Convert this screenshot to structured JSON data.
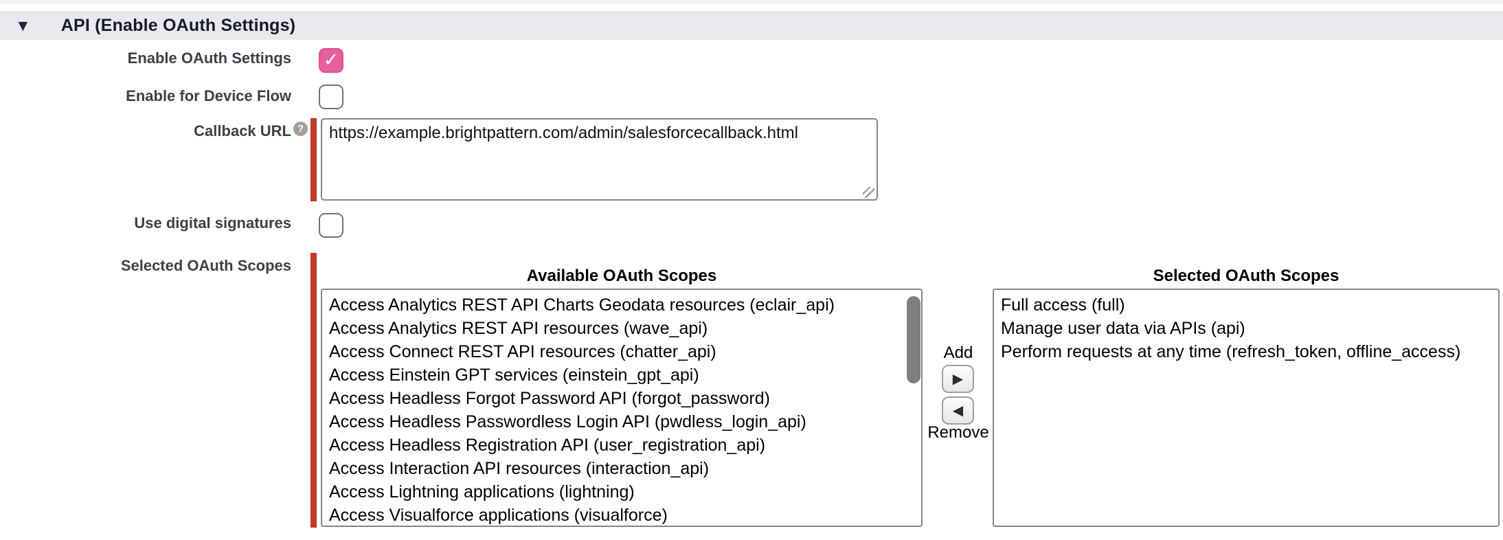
{
  "colors": {
    "section_header_bg": "#e8e9ee",
    "top_strip_bg": "#f3f3f5",
    "label_text": "#3e3e4a",
    "title_text": "#181a2b",
    "required_bar_red": "#c0392b",
    "checkbox_checked_pink": "#e7609e",
    "field_border_gray": "#858585",
    "scrollbar_thumb_gray": "#7f7f7f"
  },
  "section": {
    "collapse_icon": "▼",
    "title": "API (Enable OAuth Settings)"
  },
  "rows": {
    "enable_oauth": {
      "label": "Enable OAuth Settings",
      "checked": true,
      "checkmark": "✓"
    },
    "device_flow": {
      "label": "Enable for Device Flow",
      "checked": false
    },
    "callback_url": {
      "label": "Callback URL",
      "help_glyph": "?",
      "value": "https://example.brightpattern.com/admin/salesforcecallback.html"
    },
    "digital_signatures": {
      "label": "Use digital signatures",
      "checked": false
    },
    "oauth_scopes": {
      "label": "Selected OAuth Scopes"
    }
  },
  "scopes_picker": {
    "available": {
      "header": "Available OAuth Scopes",
      "items": [
        "Access Analytics REST API Charts Geodata resources (eclair_api)",
        "Access Analytics REST API resources (wave_api)",
        "Access Connect REST API resources (chatter_api)",
        "Access Einstein GPT services (einstein_gpt_api)",
        "Access Headless Forgot Password API (forgot_password)",
        "Access Headless Passwordless Login API (pwdless_login_api)",
        "Access Headless Registration API (user_registration_api)",
        "Access Interaction API resources (interaction_api)",
        "Access Lightning applications (lightning)",
        "Access Visualforce applications (visualforce)"
      ]
    },
    "selected": {
      "header": "Selected OAuth Scopes",
      "items": [
        "Full access (full)",
        "Manage user data via APIs (api)",
        "Perform requests at any time (refresh_token, offline_access)"
      ]
    },
    "add_label": "Add",
    "remove_label": "Remove",
    "add_arrow": "▶",
    "remove_arrow": "◀"
  }
}
